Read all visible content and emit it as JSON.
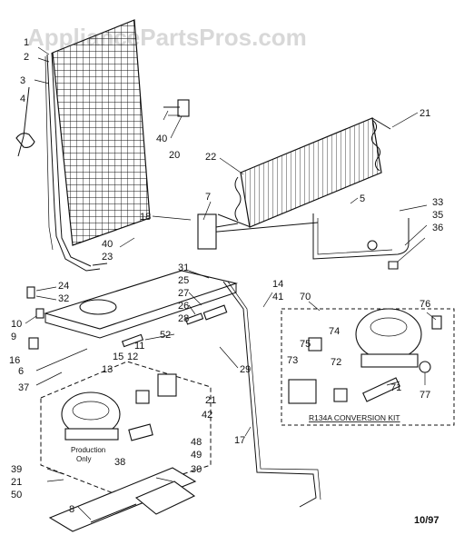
{
  "watermark": "AppliancePartsPros.com",
  "date_code": "10/97",
  "kit_label": "R134A CONVERSION KIT",
  "note_text_line1": "Production",
  "note_text_line2": "Only",
  "callouts": {
    "c1": "1",
    "c2": "2",
    "c3": "3",
    "c4": "4",
    "c40a": "40",
    "c20": "20",
    "c21a": "21",
    "c22": "22",
    "c7": "7",
    "c18": "18",
    "c5": "5",
    "c33": "33",
    "c35": "35",
    "c36": "36",
    "c40b": "40",
    "c23": "23",
    "c31": "31",
    "c25": "25",
    "c27": "27",
    "c26": "26",
    "c28": "28",
    "c24": "24",
    "c32": "32",
    "c10": "10",
    "c9": "9",
    "c16": "16",
    "c52": "52",
    "c14": "14",
    "c41": "41",
    "c70": "70",
    "c76": "76",
    "c74": "74",
    "c6": "6",
    "c11": "11",
    "c15": "15",
    "c12": "12",
    "c13": "13",
    "c37": "37",
    "c29": "29",
    "c75": "75",
    "c73": "73",
    "c72": "72",
    "c71": "71",
    "c77": "77",
    "c21b": "21",
    "c42": "42",
    "c17": "17",
    "c38": "38",
    "c48": "48",
    "c49": "49",
    "c30": "30",
    "c39": "39",
    "c21c": "21",
    "c50": "50",
    "c8": "8"
  }
}
